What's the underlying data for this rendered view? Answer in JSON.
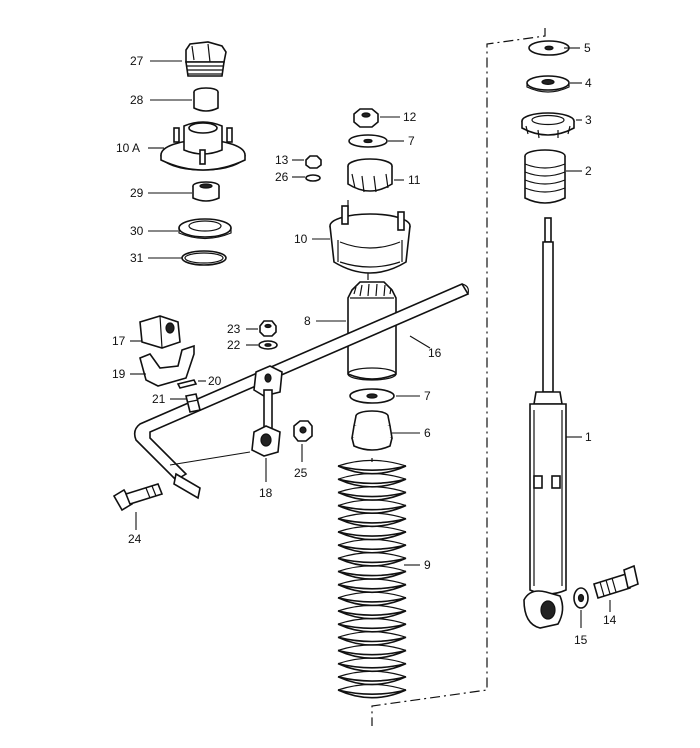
{
  "callouts": {
    "c1": "1",
    "c2": "2",
    "c3": "3",
    "c4": "4",
    "c5": "5",
    "c6": "6",
    "c7a": "7",
    "c7b": "7",
    "c8": "8",
    "c9": "9",
    "c10": "10",
    "c10a": "10 A",
    "c11": "11",
    "c12": "12",
    "c13": "13",
    "c14": "14",
    "c15": "15",
    "c16": "16",
    "c17": "17",
    "c18": "18",
    "c19": "19",
    "c20": "20",
    "c21": "21",
    "c22": "22",
    "c23": "23",
    "c24": "24",
    "c25": "25",
    "c26": "26",
    "c27": "27",
    "c28": "28",
    "c29": "29",
    "c30": "30",
    "c31": "31"
  }
}
